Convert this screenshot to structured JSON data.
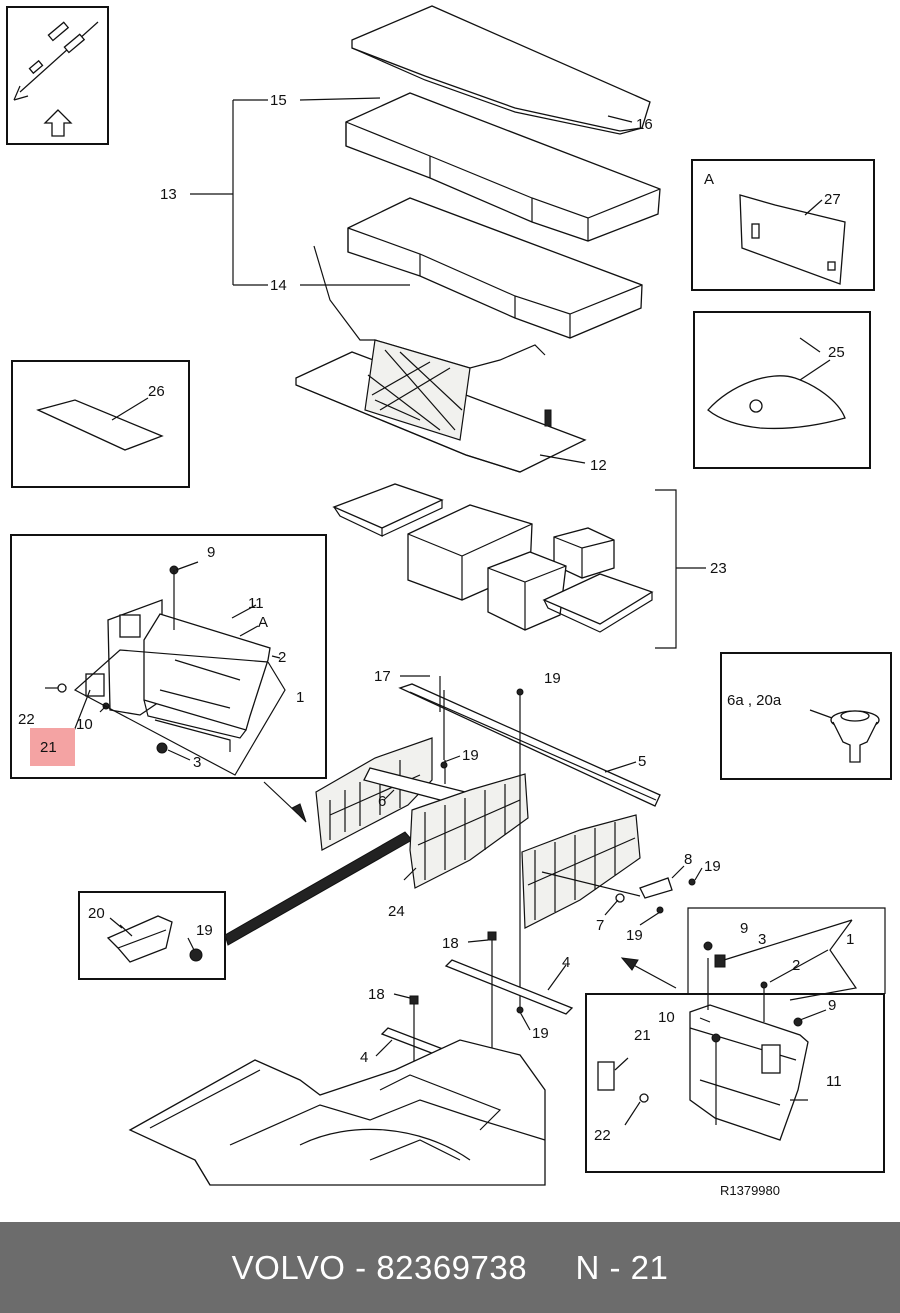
{
  "callouts": {
    "c1a": "1",
    "c2a": "2",
    "c3a": "3",
    "c4a": "4",
    "c4b": "4",
    "c5": "5",
    "c6": "6",
    "c6a20a": "6a , 20a",
    "c7": "7",
    "c8": "8",
    "c9a": "9",
    "c9b": "9",
    "c9c": "9",
    "c10a": "10",
    "c10b": "10",
    "c11a": "11",
    "c11b": "11",
    "c12": "12",
    "c13": "13",
    "c14": "14",
    "c15": "15",
    "c16": "16",
    "c17": "17",
    "c18a": "18",
    "c18b": "18",
    "c19a": "19",
    "c19b": "19",
    "c19c": "19",
    "c19d": "19",
    "c19e": "19",
    "c19f": "19",
    "c20": "20",
    "c21a": "21",
    "c21b": "21",
    "c22a": "22",
    "c22b": "22",
    "c23": "23",
    "c24": "24",
    "c25": "25",
    "c26": "26",
    "c27": "27",
    "c1b": "1",
    "c2b": "2",
    "c3b": "3",
    "detailA": "A",
    "detailA2": "A"
  },
  "reference": "R1379980",
  "highlight": {
    "label": "21",
    "color": "#f4a3a3"
  },
  "footer": {
    "brand": "VOLVO",
    "sep": " - ",
    "part_number": "82369738",
    "position": "N - 21"
  }
}
